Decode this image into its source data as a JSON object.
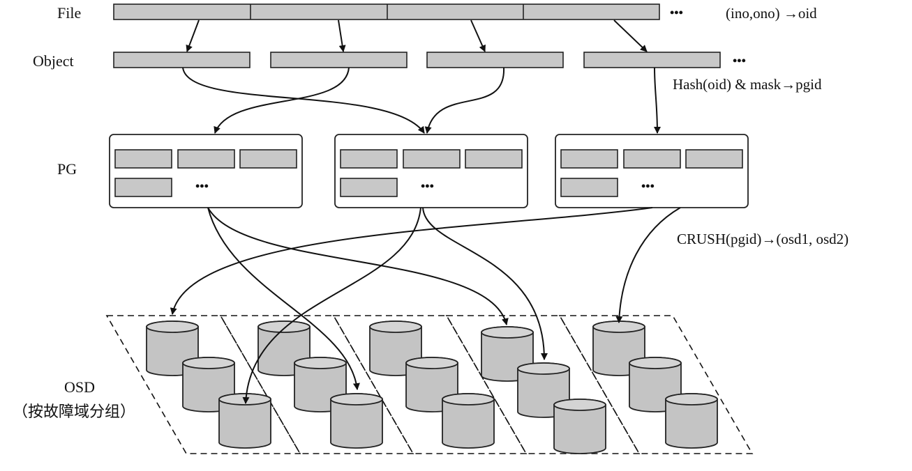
{
  "rows": {
    "file_label": "File",
    "object_label": "Object",
    "pg_label": "PG",
    "osd_label": "OSD",
    "osd_sublabel": "（按故障域分组）"
  },
  "annotations": {
    "file_to_object": "(ino,ono) →oid",
    "object_to_pg": "Hash(oid) & mask→pgid",
    "pg_to_osd": "CRUSH(pgid)→(osd1, osd2)"
  },
  "ellipsis": {
    "file_row": "•••",
    "object_row": "•••",
    "pg_inner": "•••"
  },
  "counts": {
    "file_segments": 4,
    "objects": 4,
    "pgs": 3,
    "failure_domains": 5,
    "osds_per_domain": 3
  },
  "colors": {
    "block_fill": "#c8c8c8",
    "line": "#111111",
    "background": "#ffffff"
  }
}
